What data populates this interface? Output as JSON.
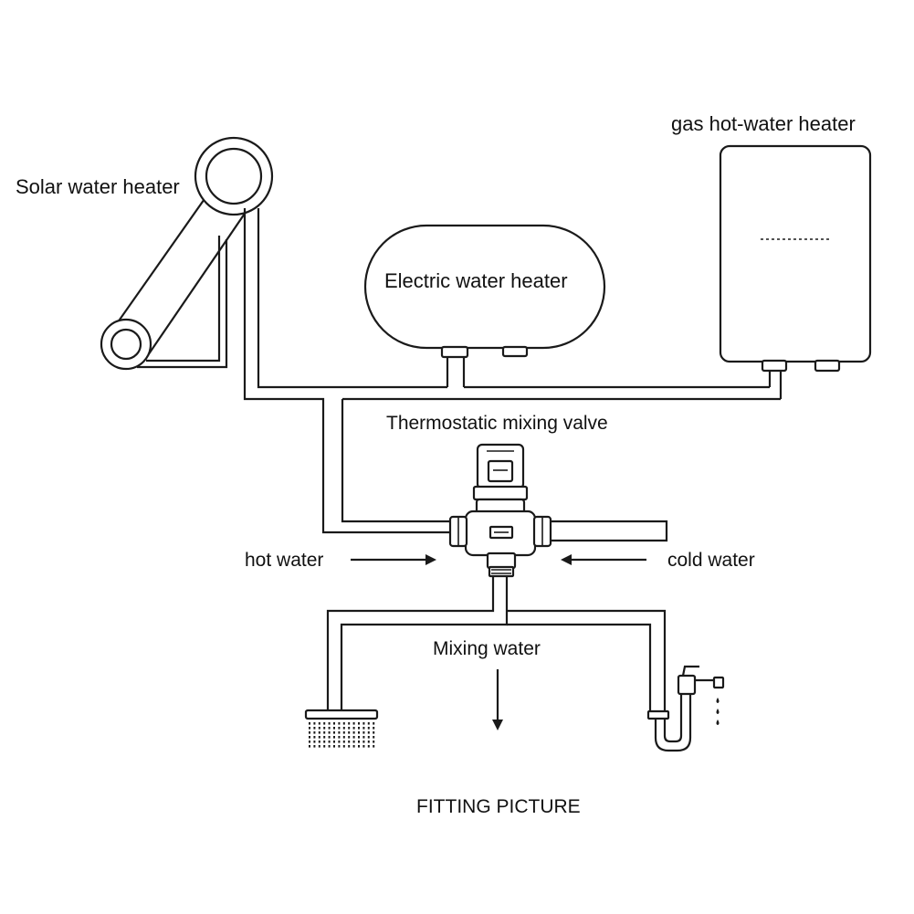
{
  "labels": {
    "solar_heater": "Solar water heater",
    "electric_heater": "Electric water heater",
    "gas_heater": "gas hot-water heater",
    "mixing_valve": "Thermostatic mixing valve",
    "hot_water": "hot water",
    "cold_water": "cold water",
    "mixing_water": "Mixing water",
    "caption": "FITTING PICTURE"
  },
  "colors": {
    "line": "#1a1a1a",
    "background": "#ffffff"
  }
}
